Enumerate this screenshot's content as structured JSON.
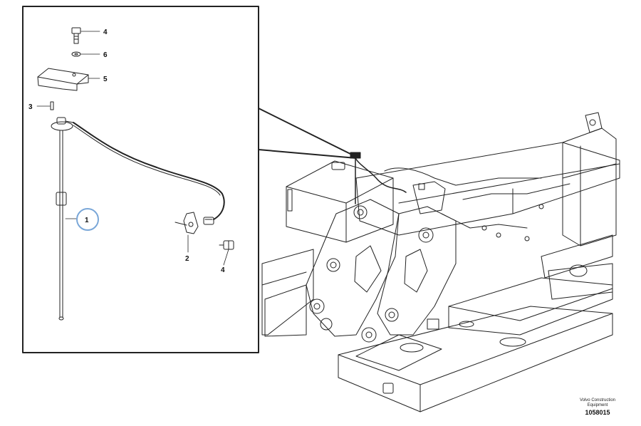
{
  "callouts": {
    "c4_top": "4",
    "c6": "6",
    "c5": "5",
    "c3": "3",
    "c1": "1",
    "c2": "2",
    "c4_bottom": "4"
  },
  "brand": {
    "line1": "Volvo Construction",
    "line2": "Equipment",
    "code": "1058015"
  },
  "colors": {
    "line": "#222222",
    "callout_circle": "#7aa7d8"
  }
}
